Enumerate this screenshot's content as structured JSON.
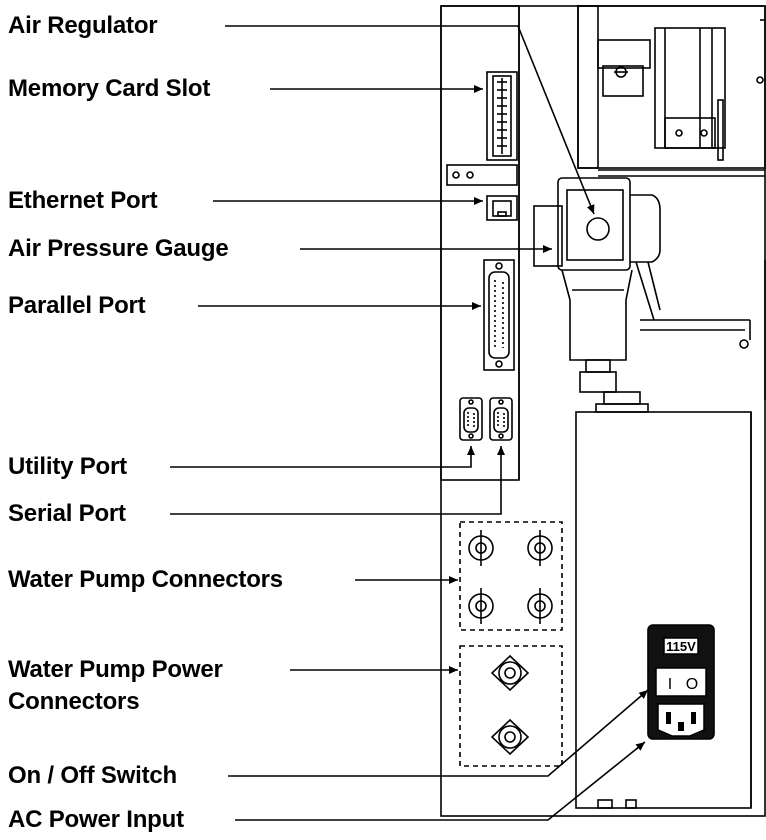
{
  "labels": {
    "air_regulator": "Air Regulator",
    "memory_card_slot": "Memory Card Slot",
    "ethernet_port": "Ethernet Port",
    "air_pressure_gauge": "Air Pressure Gauge",
    "parallel_port": "Parallel Port",
    "utility_port": "Utility Port",
    "serial_port": "Serial Port",
    "water_pump_connectors": "Water Pump Connectors",
    "water_pump_power_line1": "Water Pump Power",
    "water_pump_power_line2": "Connectors",
    "on_off_switch": "On / Off Switch",
    "ac_power_input": "AC Power Input"
  },
  "voltage_label": "115V",
  "switch_symbols": {
    "on": "I",
    "off": "O"
  },
  "colors": {
    "line": "#000000",
    "background": "#ffffff",
    "switch_panel": "#111111"
  }
}
